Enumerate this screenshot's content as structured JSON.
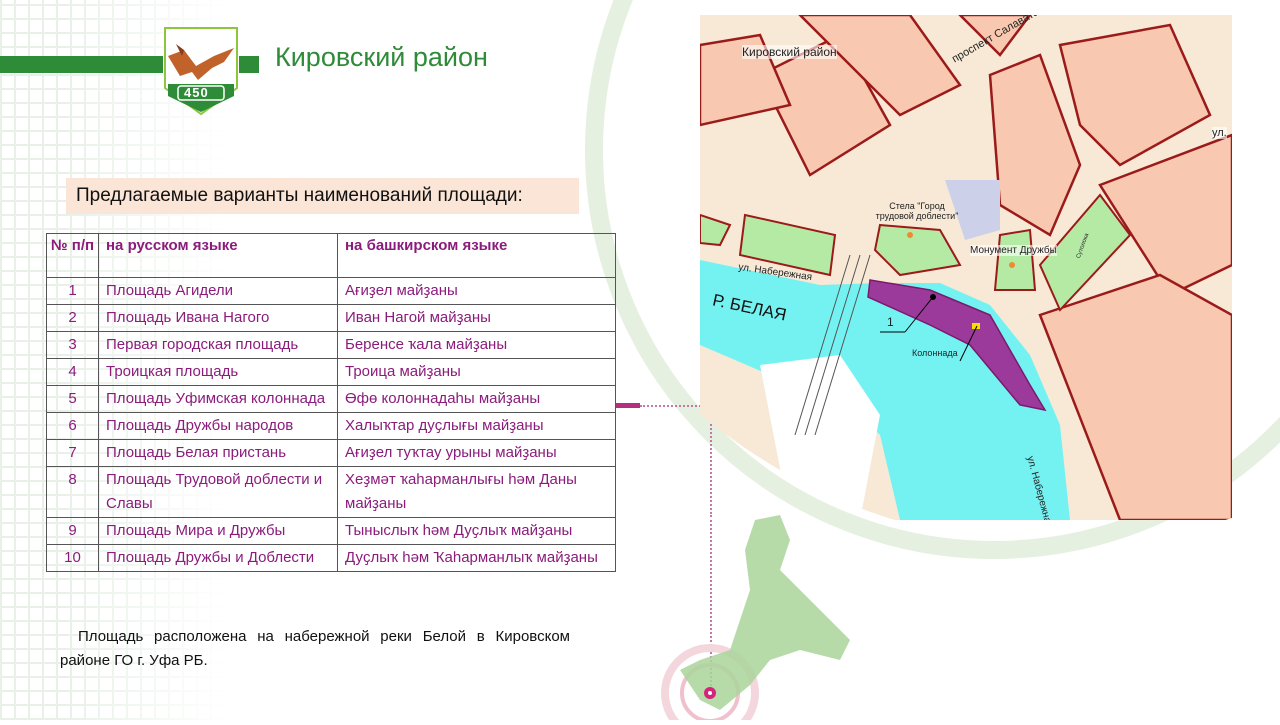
{
  "header": {
    "logo_text": "450",
    "title": "Кировский район"
  },
  "subtitle": "Предлагаемые варианты наименований площади:",
  "table": {
    "headers": [
      "№ п/п",
      "на русском языке",
      "на башкирском языке"
    ],
    "rows": [
      {
        "n": "1",
        "ru": "Площадь Агидели",
        "ba": "Ағиҙел майҙаны"
      },
      {
        "n": "2",
        "ru": "Площадь Ивана Нагого",
        "ba": "Иван Нагой майҙаны"
      },
      {
        "n": "3",
        "ru": "Первая городская площадь",
        "ba": "Беренсе ҡала майҙаны"
      },
      {
        "n": "4",
        "ru": "Троицкая площадь",
        "ba": "Троица майҙаны"
      },
      {
        "n": "5",
        "ru": "Площадь Уфимская колоннада",
        "ba": "Өфө колоннадаһы майҙаны"
      },
      {
        "n": "6",
        "ru": "Площадь Дружбы народов",
        "ba": "Халыҡтар дуҫлығы майҙаны"
      },
      {
        "n": "7",
        "ru": "Площадь Белая пристань",
        "ba": "Ағиҙел туҡтау урыны майҙаны"
      },
      {
        "n": "8",
        "ru": "Площадь Трудовой доблести и Славы",
        "ba": "Хеҙмәт ҡаһарманлығы һәм Даны майҙаны"
      },
      {
        "n": "9",
        "ru": "Площадь Мира и Дружбы",
        "ba": "Тыныслыҡ һәм Дуҫлыҡ майҙаны"
      },
      {
        "n": "10",
        "ru": "Площадь Дружбы и Доблести",
        "ba": "Дуҫлыҡ һәм Ҡаһарманлыҡ майҙаны"
      }
    ]
  },
  "note": "Площадь расположена на набережной реки Белой в Кировском районе ГО г. Уфа РБ.",
  "map": {
    "district": "Кировский район",
    "avenue": "проспект Салавата Юлаева",
    "street_short": "ул.",
    "stela": "Стела \"Город трудовой доблести\"",
    "monument": "Монумент Дружбы",
    "park": "Сутолока",
    "embankment": "ул. Набережная",
    "river": "Р. БЕЛАЯ",
    "marker": "1",
    "colonnade": "Колоннада",
    "embankment_vertical": "ул. Набережная"
  },
  "colors": {
    "brand_green": "#2e8b38",
    "text_purple": "#8b1c7c",
    "highlight": "#9b3a9b",
    "river": "#6ef0f0"
  }
}
